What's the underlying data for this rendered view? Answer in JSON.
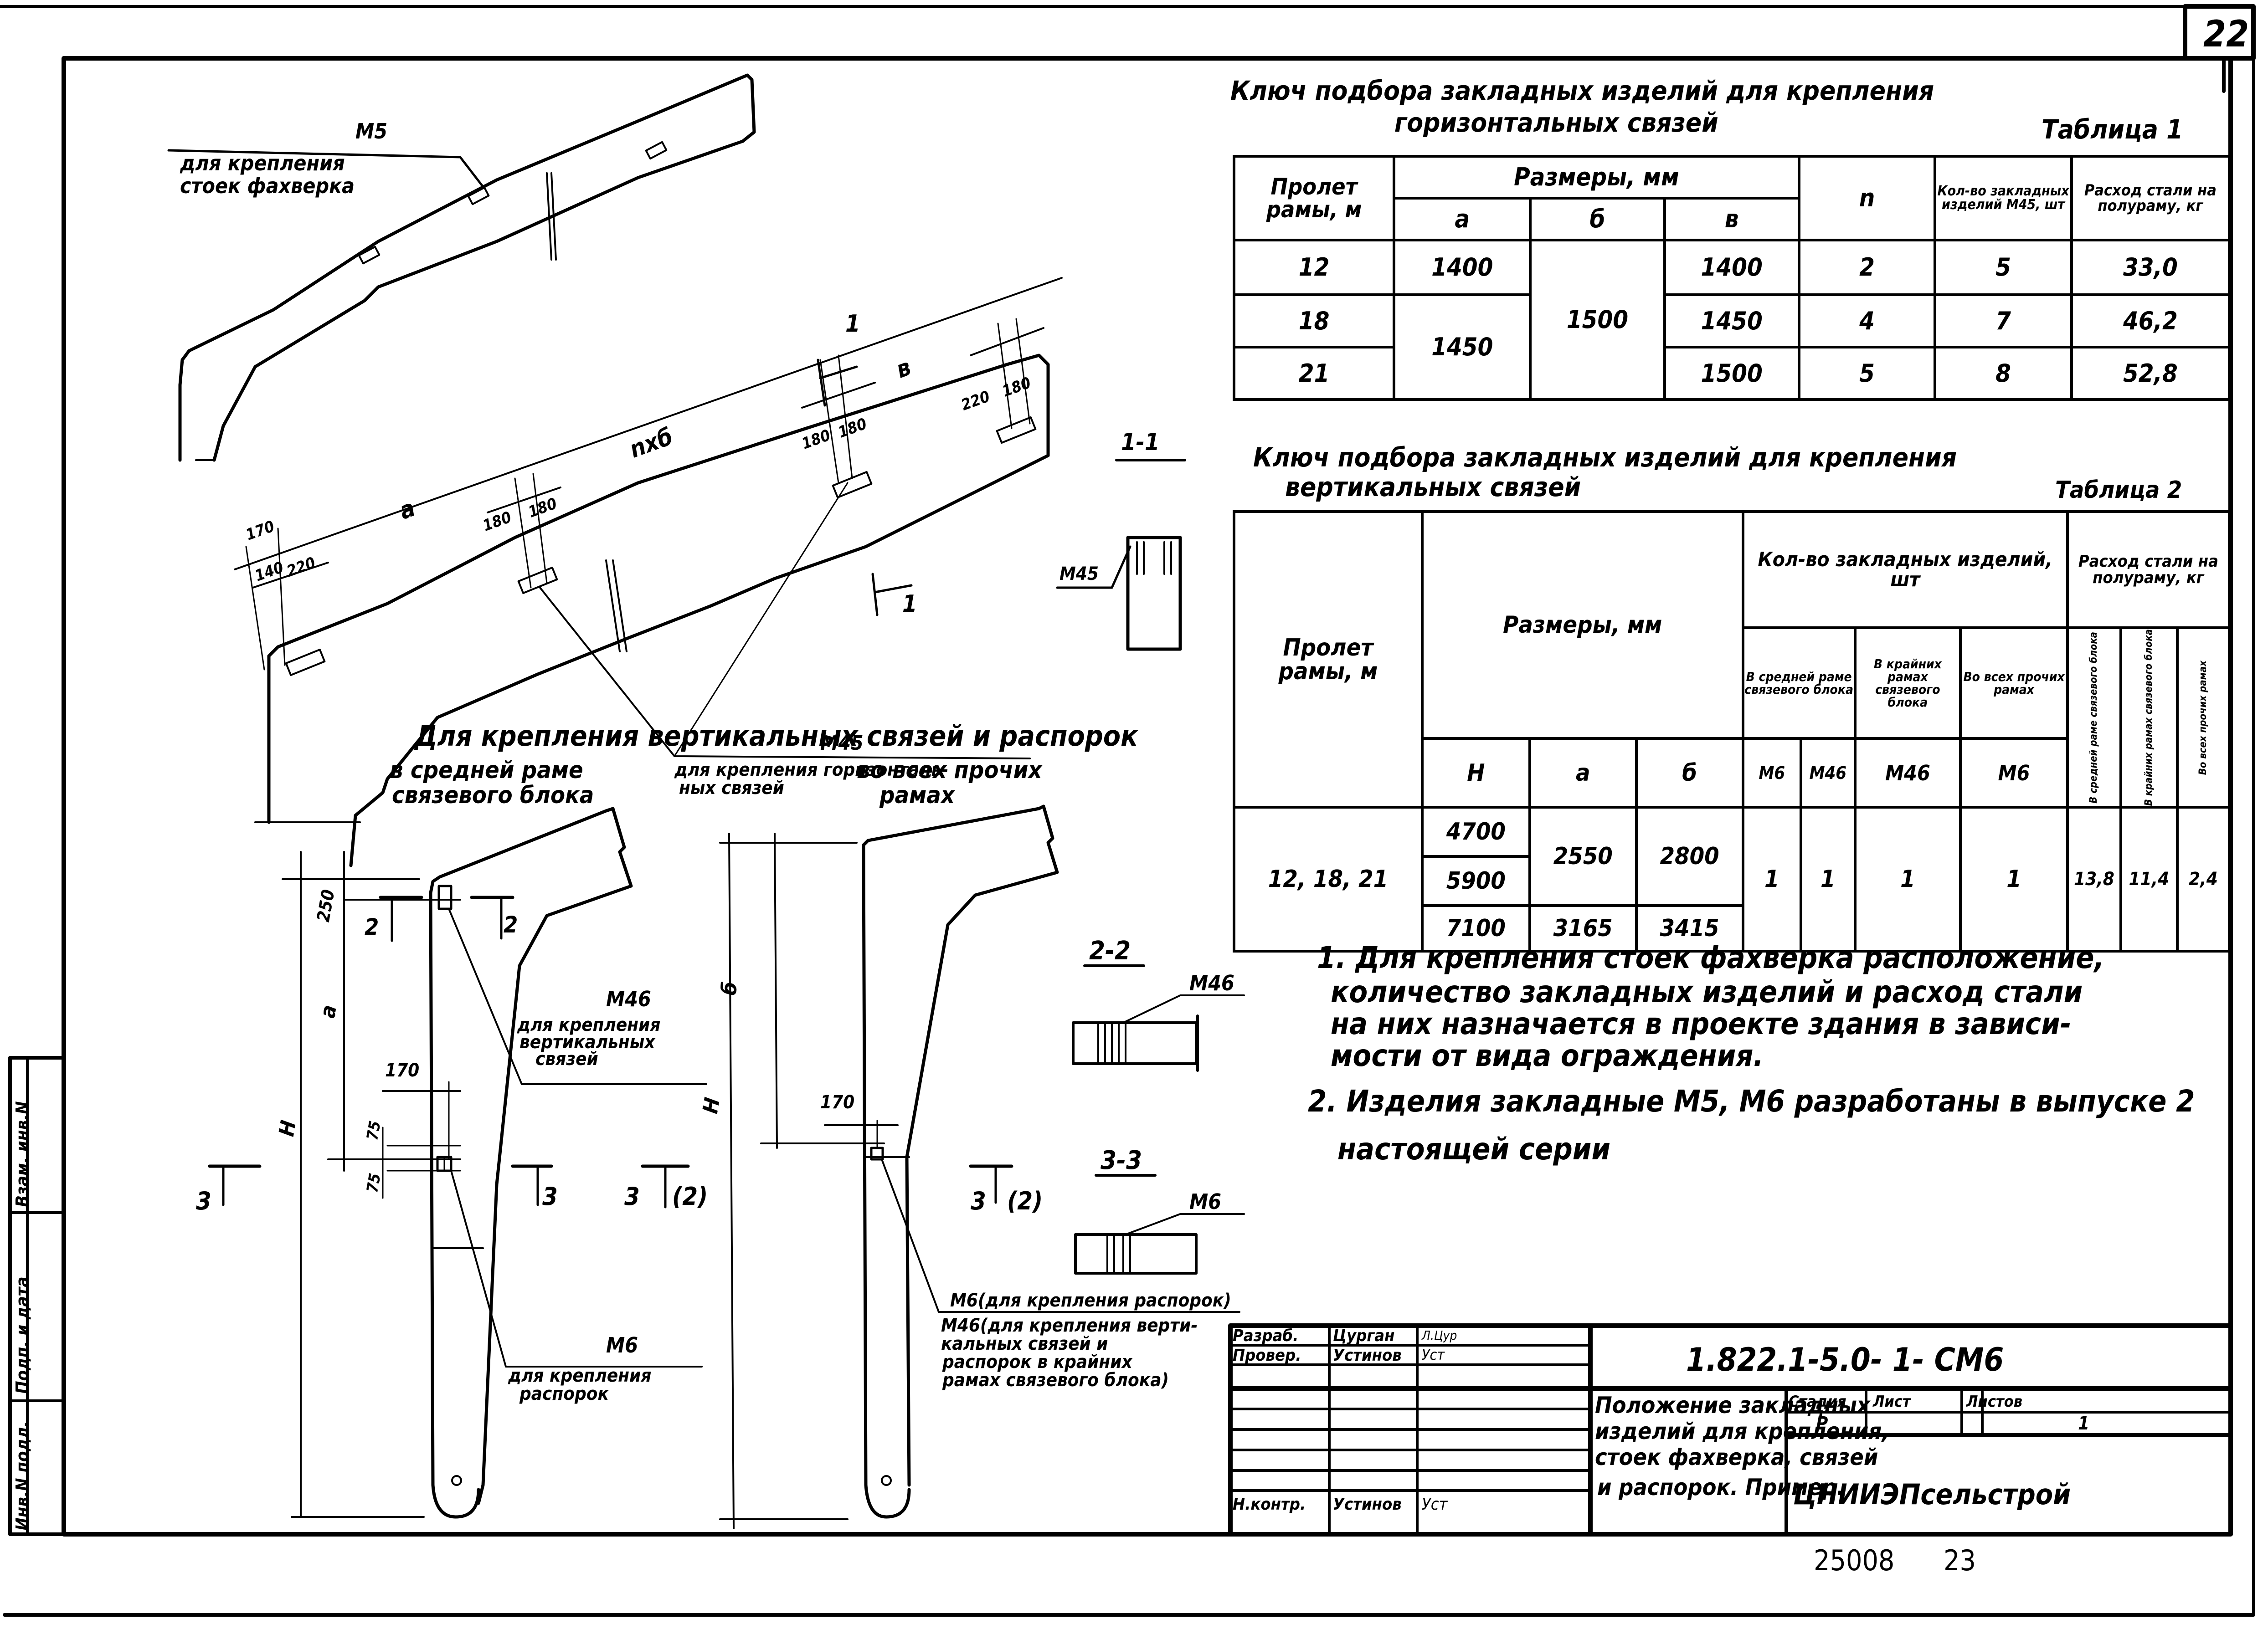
{
  "sheet": {
    "sheet_number": "22",
    "document_code": "1.822.1-5.0- 1- СМ6",
    "archive_number": "25008",
    "archive_page": "23",
    "organization": "ЦНИИЭПсельстрой",
    "title": [
      "Положение закладных",
      "изделий для крепления,",
      "стоек фахверка, связей",
      "и распорок. Пример."
    ],
    "stage_label": "Стадия",
    "sheet_label": "Лист",
    "sheets_label": "Листов",
    "stage": "Р",
    "sheet_value": "",
    "sheets": "1",
    "signatures": [
      {
        "role": "Разраб.",
        "name": "Цурган",
        "sign": "Л.Цур"
      },
      {
        "role": "Провер.",
        "name": "Устинов",
        "sign": "Уст"
      },
      {
        "role": "",
        "name": "",
        "sign": ""
      },
      {
        "role": "",
        "name": "",
        "sign": ""
      },
      {
        "role": "",
        "name": "",
        "sign": ""
      },
      {
        "role": "",
        "name": "",
        "sign": ""
      },
      {
        "role": "",
        "name": "",
        "sign": ""
      },
      {
        "role": "Н.контр.",
        "name": "Устинов",
        "sign": "Уст"
      }
    ],
    "side_stamp": [
      "Инв.N подл.",
      "Подп. и дата",
      "Взам. инв.N"
    ]
  },
  "table1": {
    "caption": [
      "Ключ подбора закладных изделий для крепления",
      "горизонтальных связей"
    ],
    "label": "Таблица 1",
    "headers": {
      "span": "Пролет рамы, м",
      "sizes": "Размеры, мм",
      "a": "а",
      "b": "б",
      "v": "в",
      "n": "n",
      "count": "Кол-во закладных изделий М45, шт",
      "steel": "Расход стали на полураму, кг"
    },
    "rows": [
      {
        "span": "12",
        "a": "1400",
        "v": "1400",
        "n": "2",
        "count": "5",
        "steel": "33,0"
      },
      {
        "span": "18",
        "a": "1450",
        "v": "1450",
        "n": "4",
        "count": "7",
        "steel": "46,2"
      },
      {
        "span": "21",
        "a": "",
        "v": "1500",
        "n": "5",
        "count": "8",
        "steel": "52,8"
      }
    ],
    "b_common": "1500"
  },
  "table2": {
    "caption": [
      "Ключ подбора закладных изделий для крепления",
      "вертикальных связей"
    ],
    "label": "Таблица 2",
    "headers": {
      "span": "Пролет рамы, м",
      "sizes": "Размеры, мм",
      "count": "Кол-во закладных изделий, шт",
      "steel": "Расход стали на полураму, кг",
      "mid": "В средней раме связевого блока",
      "edge": "В крайних рамах связевого блока",
      "other": "Во всех прочих рамах",
      "H": "Н",
      "a": "а",
      "b": "б",
      "m6": "М6",
      "m46": "М46",
      "m46b": "М46",
      "m6b": "М6",
      "steel_mid": "В средней раме связевого блока",
      "steel_edge": "В крайних рамах связевого блока",
      "steel_other": "Во всех прочих рамах"
    },
    "span_value": "12, 18, 21",
    "H_values": [
      "4700",
      "5900",
      "7100"
    ],
    "a_values": [
      "2550",
      "3165"
    ],
    "b_values": [
      "2800",
      "3415"
    ],
    "counts": [
      "1",
      "1",
      "1",
      "1"
    ],
    "steel_values": [
      "13,8",
      "11,4",
      "2,4"
    ]
  },
  "notes": [
    "1. Для крепления стоек фахверка расположение,",
    "количество закладных изделий и расход стали",
    "на них назначается в проекте здания в зависи-",
    "мости от вида ограждения.",
    "2. Изделия закладные М5, М6 разработаны в выпуске 2",
    "настоящей серии"
  ],
  "drawing": {
    "m5_label": "М5",
    "m5_desc": [
      "для крепления",
      "стоек фахверка"
    ],
    "m45_label": "М45",
    "m45_desc": [
      "для крепления горизонталь-",
      "ных связей"
    ],
    "section_1": "1-1",
    "section_2": "2-2",
    "section_3": "3-3",
    "m45_section": "М45",
    "m46_section": "М46",
    "m6_section": "М6",
    "cut_mark_1": "1",
    "dim_a": "а",
    "dim_nxb": "nхб",
    "dim_v": "в",
    "dims_top": [
      "170",
      "140",
      "220",
      "180",
      "180",
      "180",
      "180",
      "220",
      "180"
    ],
    "vertical_heading": "Для крепления вертикальных связей и распорок",
    "left_sub": [
      "в средней раме",
      "связевого блока"
    ],
    "right_sub": [
      "во всех прочих",
      "рамах"
    ],
    "dim_250": "250",
    "dim_a_col": "а",
    "dim_b_col": "б",
    "dim_H": "Н",
    "dim_170": "170",
    "dim_75a": "75",
    "dim_75b": "75",
    "m46_label": "М46",
    "m46_desc": [
      "для крепления",
      "вертикальных",
      "связей"
    ],
    "m6_label": "М6",
    "m6_desc": [
      "для крепления",
      "распорок"
    ],
    "right_m6_desc": "М6(для крепления распорок)",
    "right_m46_desc": [
      "М46(для крепления верти-",
      "кальных связей и",
      "распорок в крайних",
      "рамах связевого блока)"
    ],
    "cut2": "2",
    "cut3": "3",
    "cut3_2": "(2)"
  }
}
